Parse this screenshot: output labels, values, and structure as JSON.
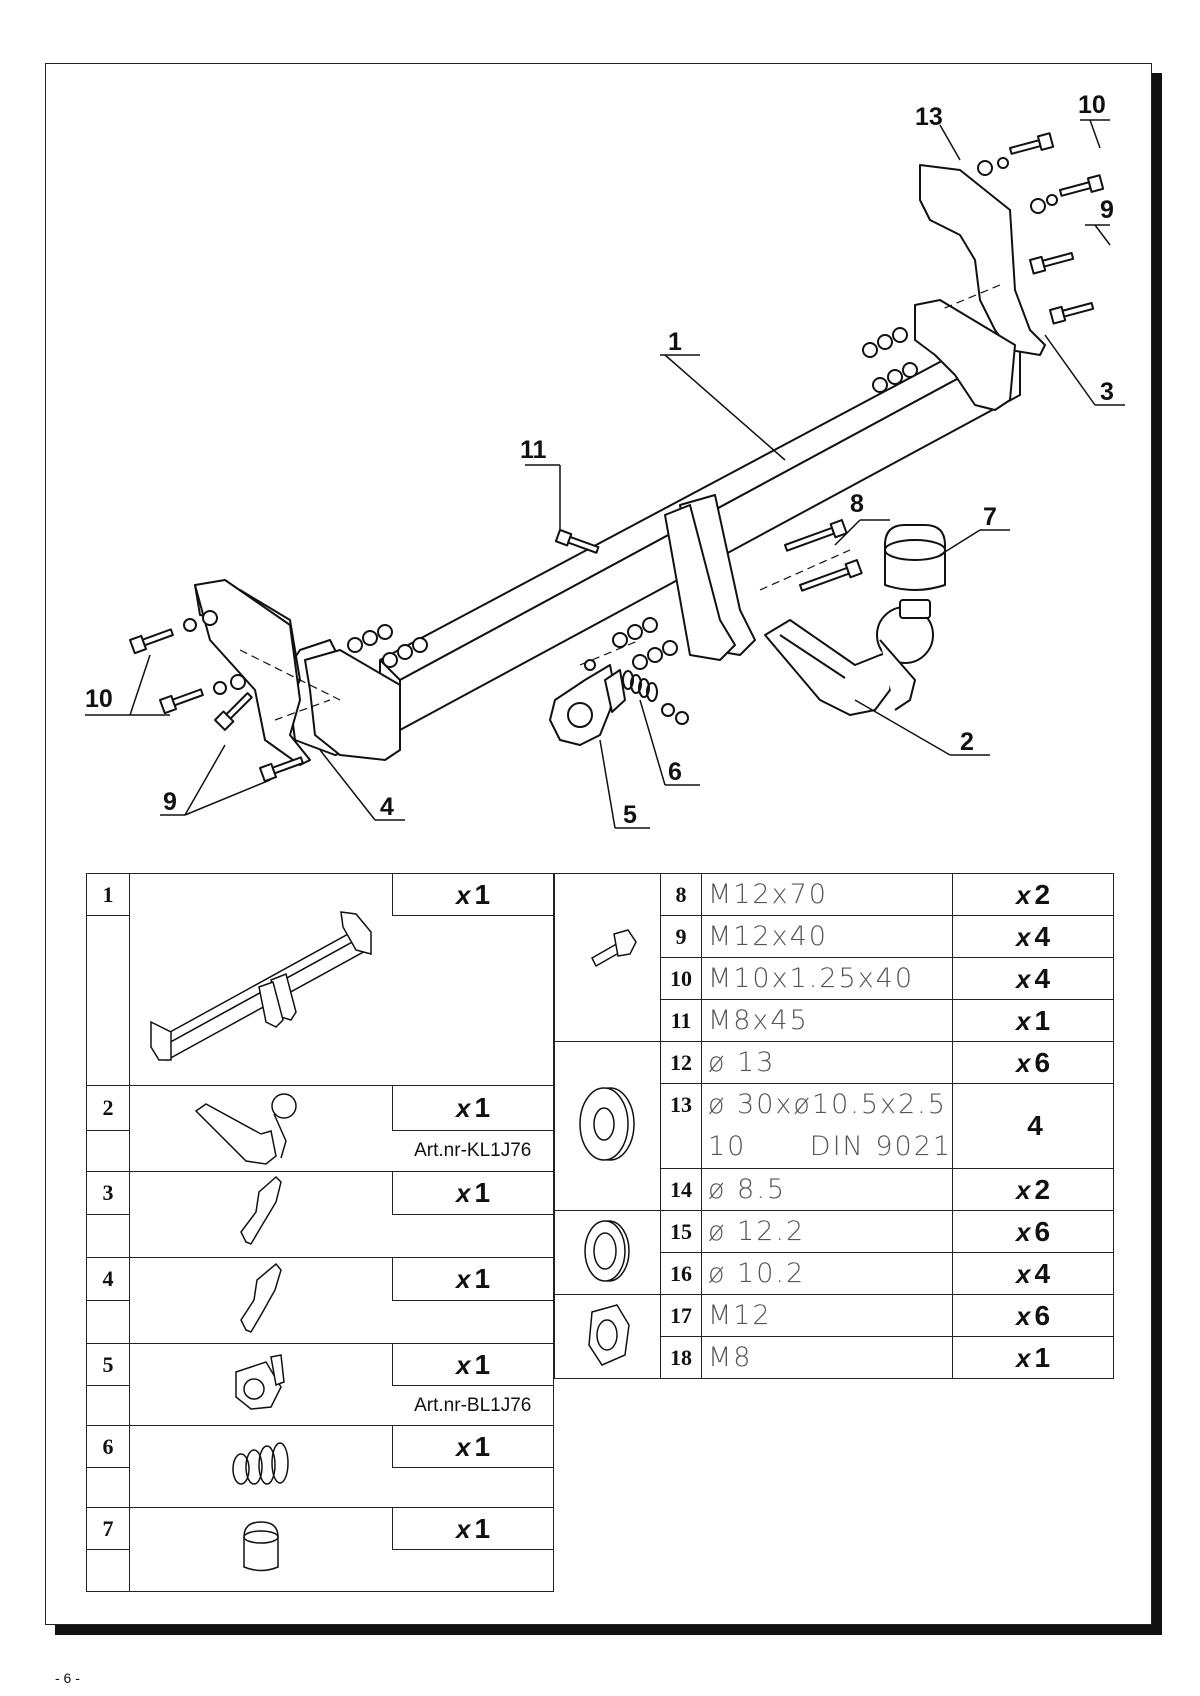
{
  "page_number": "- 6 -",
  "callouts": [
    "1",
    "2",
    "3",
    "4",
    "5",
    "6",
    "7",
    "8",
    "9",
    "10",
    "11",
    "13",
    "10",
    "9"
  ],
  "left_table": [
    {
      "num": "1",
      "qty": "x",
      "qty_n": "1",
      "art": "",
      "icon": "crossbar-icon"
    },
    {
      "num": "2",
      "qty": "x",
      "qty_n": "1",
      "art": "Art.nr-KL1J76",
      "icon": "tow-ball-icon"
    },
    {
      "num": "3",
      "qty": "x",
      "qty_n": "1",
      "art": "",
      "icon": "bracket-right-icon"
    },
    {
      "num": "4",
      "qty": "x",
      "qty_n": "1",
      "art": "",
      "icon": "bracket-left-icon"
    },
    {
      "num": "5",
      "qty": "x",
      "qty_n": "1",
      "art": "Art.nr-BL1J76",
      "icon": "socket-plate-icon"
    },
    {
      "num": "6",
      "qty": "x",
      "qty_n": "1",
      "art": "",
      "icon": "spring-icon"
    },
    {
      "num": "7",
      "qty": "x",
      "qty_n": "1",
      "art": "",
      "icon": "ball-cap-icon"
    }
  ],
  "right_table": [
    {
      "num": "8",
      "spec": "M12x70",
      "qty": "x",
      "qty_n": "2"
    },
    {
      "num": "9",
      "spec": "M12x40",
      "qty": "x",
      "qty_n": "4"
    },
    {
      "num": "10",
      "spec": "M10x1.25x40",
      "qty": "x",
      "qty_n": "4"
    },
    {
      "num": "11",
      "spec": "M8x45",
      "qty": "x",
      "qty_n": "1"
    },
    {
      "num": "12",
      "spec": "ø 13",
      "qty": "x",
      "qty_n": "6"
    },
    {
      "num": "13",
      "spec": "ø 30xø10.5x2.5",
      "spec2": "10      DIN 9021",
      "qty": "",
      "qty_n": "4"
    },
    {
      "num": "14",
      "spec": "ø 8.5",
      "qty": "x",
      "qty_n": "2"
    },
    {
      "num": "15",
      "spec": "ø 12.2",
      "qty": "x",
      "qty_n": "6"
    },
    {
      "num": "16",
      "spec": "ø 10.2",
      "qty": "x",
      "qty_n": "4"
    },
    {
      "num": "17",
      "spec": "M12",
      "qty": "x",
      "qty_n": "6"
    },
    {
      "num": "18",
      "spec": "M8",
      "qty": "x",
      "qty_n": "1"
    }
  ]
}
